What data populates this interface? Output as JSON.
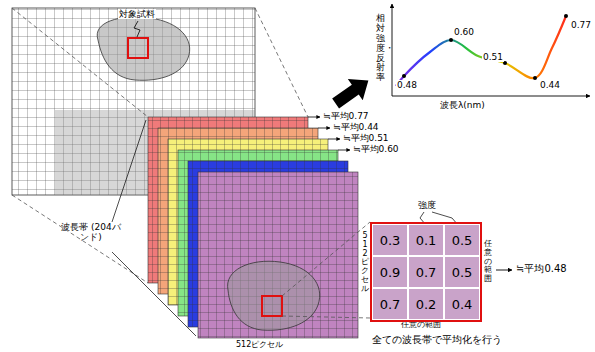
{
  "diagram": {
    "nodes": [
      {
        "text": [
          "0.3",
          "0.1",
          "0.5",
          "0.9",
          "0.7",
          "0.5",
          "0.7",
          "0.2",
          "0.4"
        ]
      }
    ],
    "labels": [
      "対象試料",
      "相対強度・反射率",
      "0.77",
      "0.60",
      "0.51",
      "0.48",
      "0.44",
      "波長λ(nm)",
      "≒平均0.77",
      "≒平均0.44",
      "≒平均0.51",
      "≒平均0.60",
      "波長帯 (204バンド)",
      "強度",
      "512ピクセル",
      "任意の範囲",
      "≒平均0.48",
      "任意の範囲",
      "512ピクセル",
      "全ての波長帯で平均化を行う"
    ]
  }
}
